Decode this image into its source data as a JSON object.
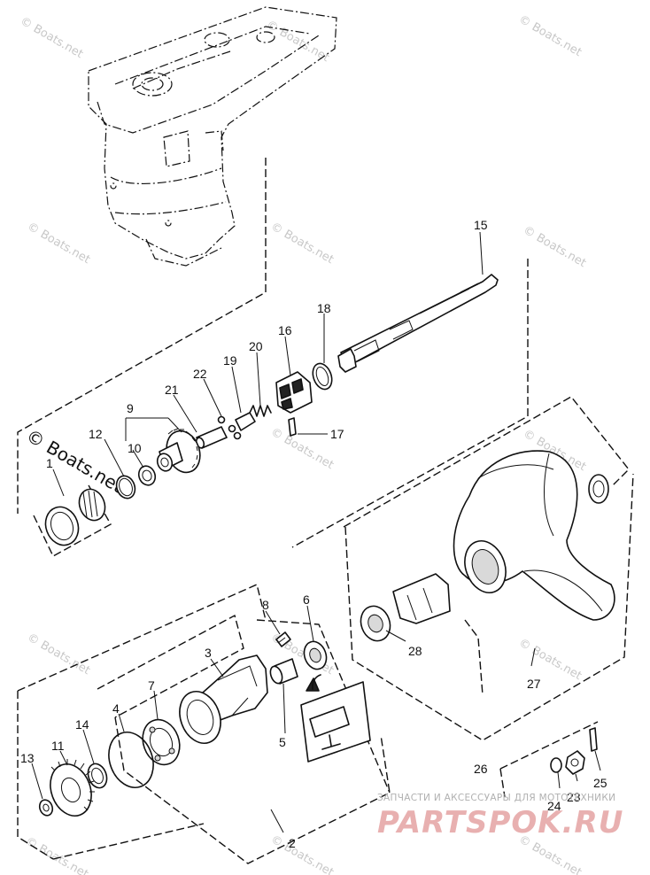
{
  "watermark": {
    "text": "© Boats.net",
    "strong_text": "© Boats.net"
  },
  "logo": {
    "subtitle": "ЗАПЧАСТИ И АКСЕССУАРЫ ДЛЯ МОТОТЕХНИКИ",
    "name": "PARTSPOK.RU"
  },
  "callouts": {
    "c1": "1",
    "c2": "2",
    "c3": "3",
    "c4": "4",
    "c5": "5",
    "c6": "6",
    "c7": "7",
    "c8": "8",
    "c9": "9",
    "c10": "10",
    "c11": "11",
    "c12": "12",
    "c13": "13",
    "c14": "14",
    "c15": "15",
    "c16": "16",
    "c17": "17",
    "c18": "18",
    "c19": "19",
    "c20": "20",
    "c21": "21",
    "c22": "22",
    "c23": "23",
    "c24": "24",
    "c25": "25",
    "c26": "26",
    "c27": "27",
    "c28": "28"
  },
  "colors": {
    "line": "#111111",
    "watermark": "#c8c8c8",
    "logo_red": "#e8b0b0"
  }
}
